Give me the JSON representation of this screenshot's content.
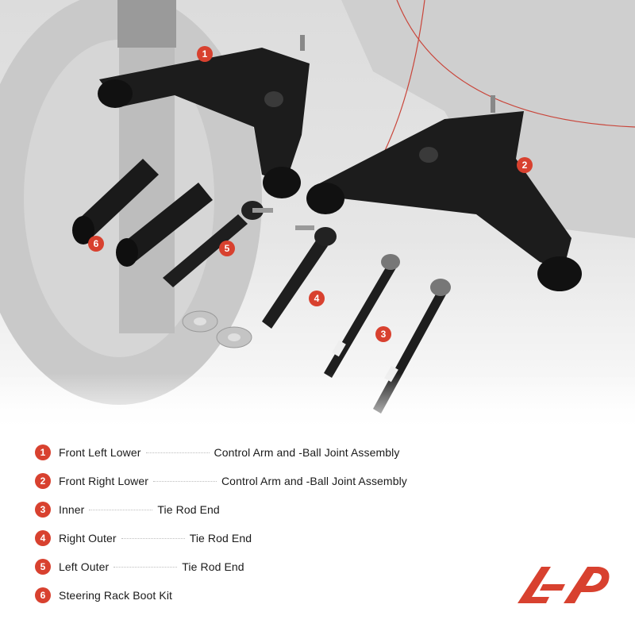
{
  "accent_color": "#d8412f",
  "callouts": [
    "1",
    "2",
    "3",
    "4",
    "5",
    "6"
  ],
  "legend": [
    {
      "num": "1",
      "a": "Front Left Lower",
      "b": "Control Arm and -Ball Joint Assembly"
    },
    {
      "num": "2",
      "a": "Front Right Lower",
      "b": "Control Arm and -Ball Joint Assembly"
    },
    {
      "num": "3",
      "a": "Inner",
      "b": "Tie Rod End"
    },
    {
      "num": "4",
      "a": "Right Outer",
      "b": "Tie Rod End"
    },
    {
      "num": "5",
      "a": "Left Outer",
      "b": "Tie Rod End"
    },
    {
      "num": "6",
      "a": "Steering Rack Boot Kit",
      "b": ""
    }
  ],
  "icons": [
    "brand-logo-icon"
  ]
}
